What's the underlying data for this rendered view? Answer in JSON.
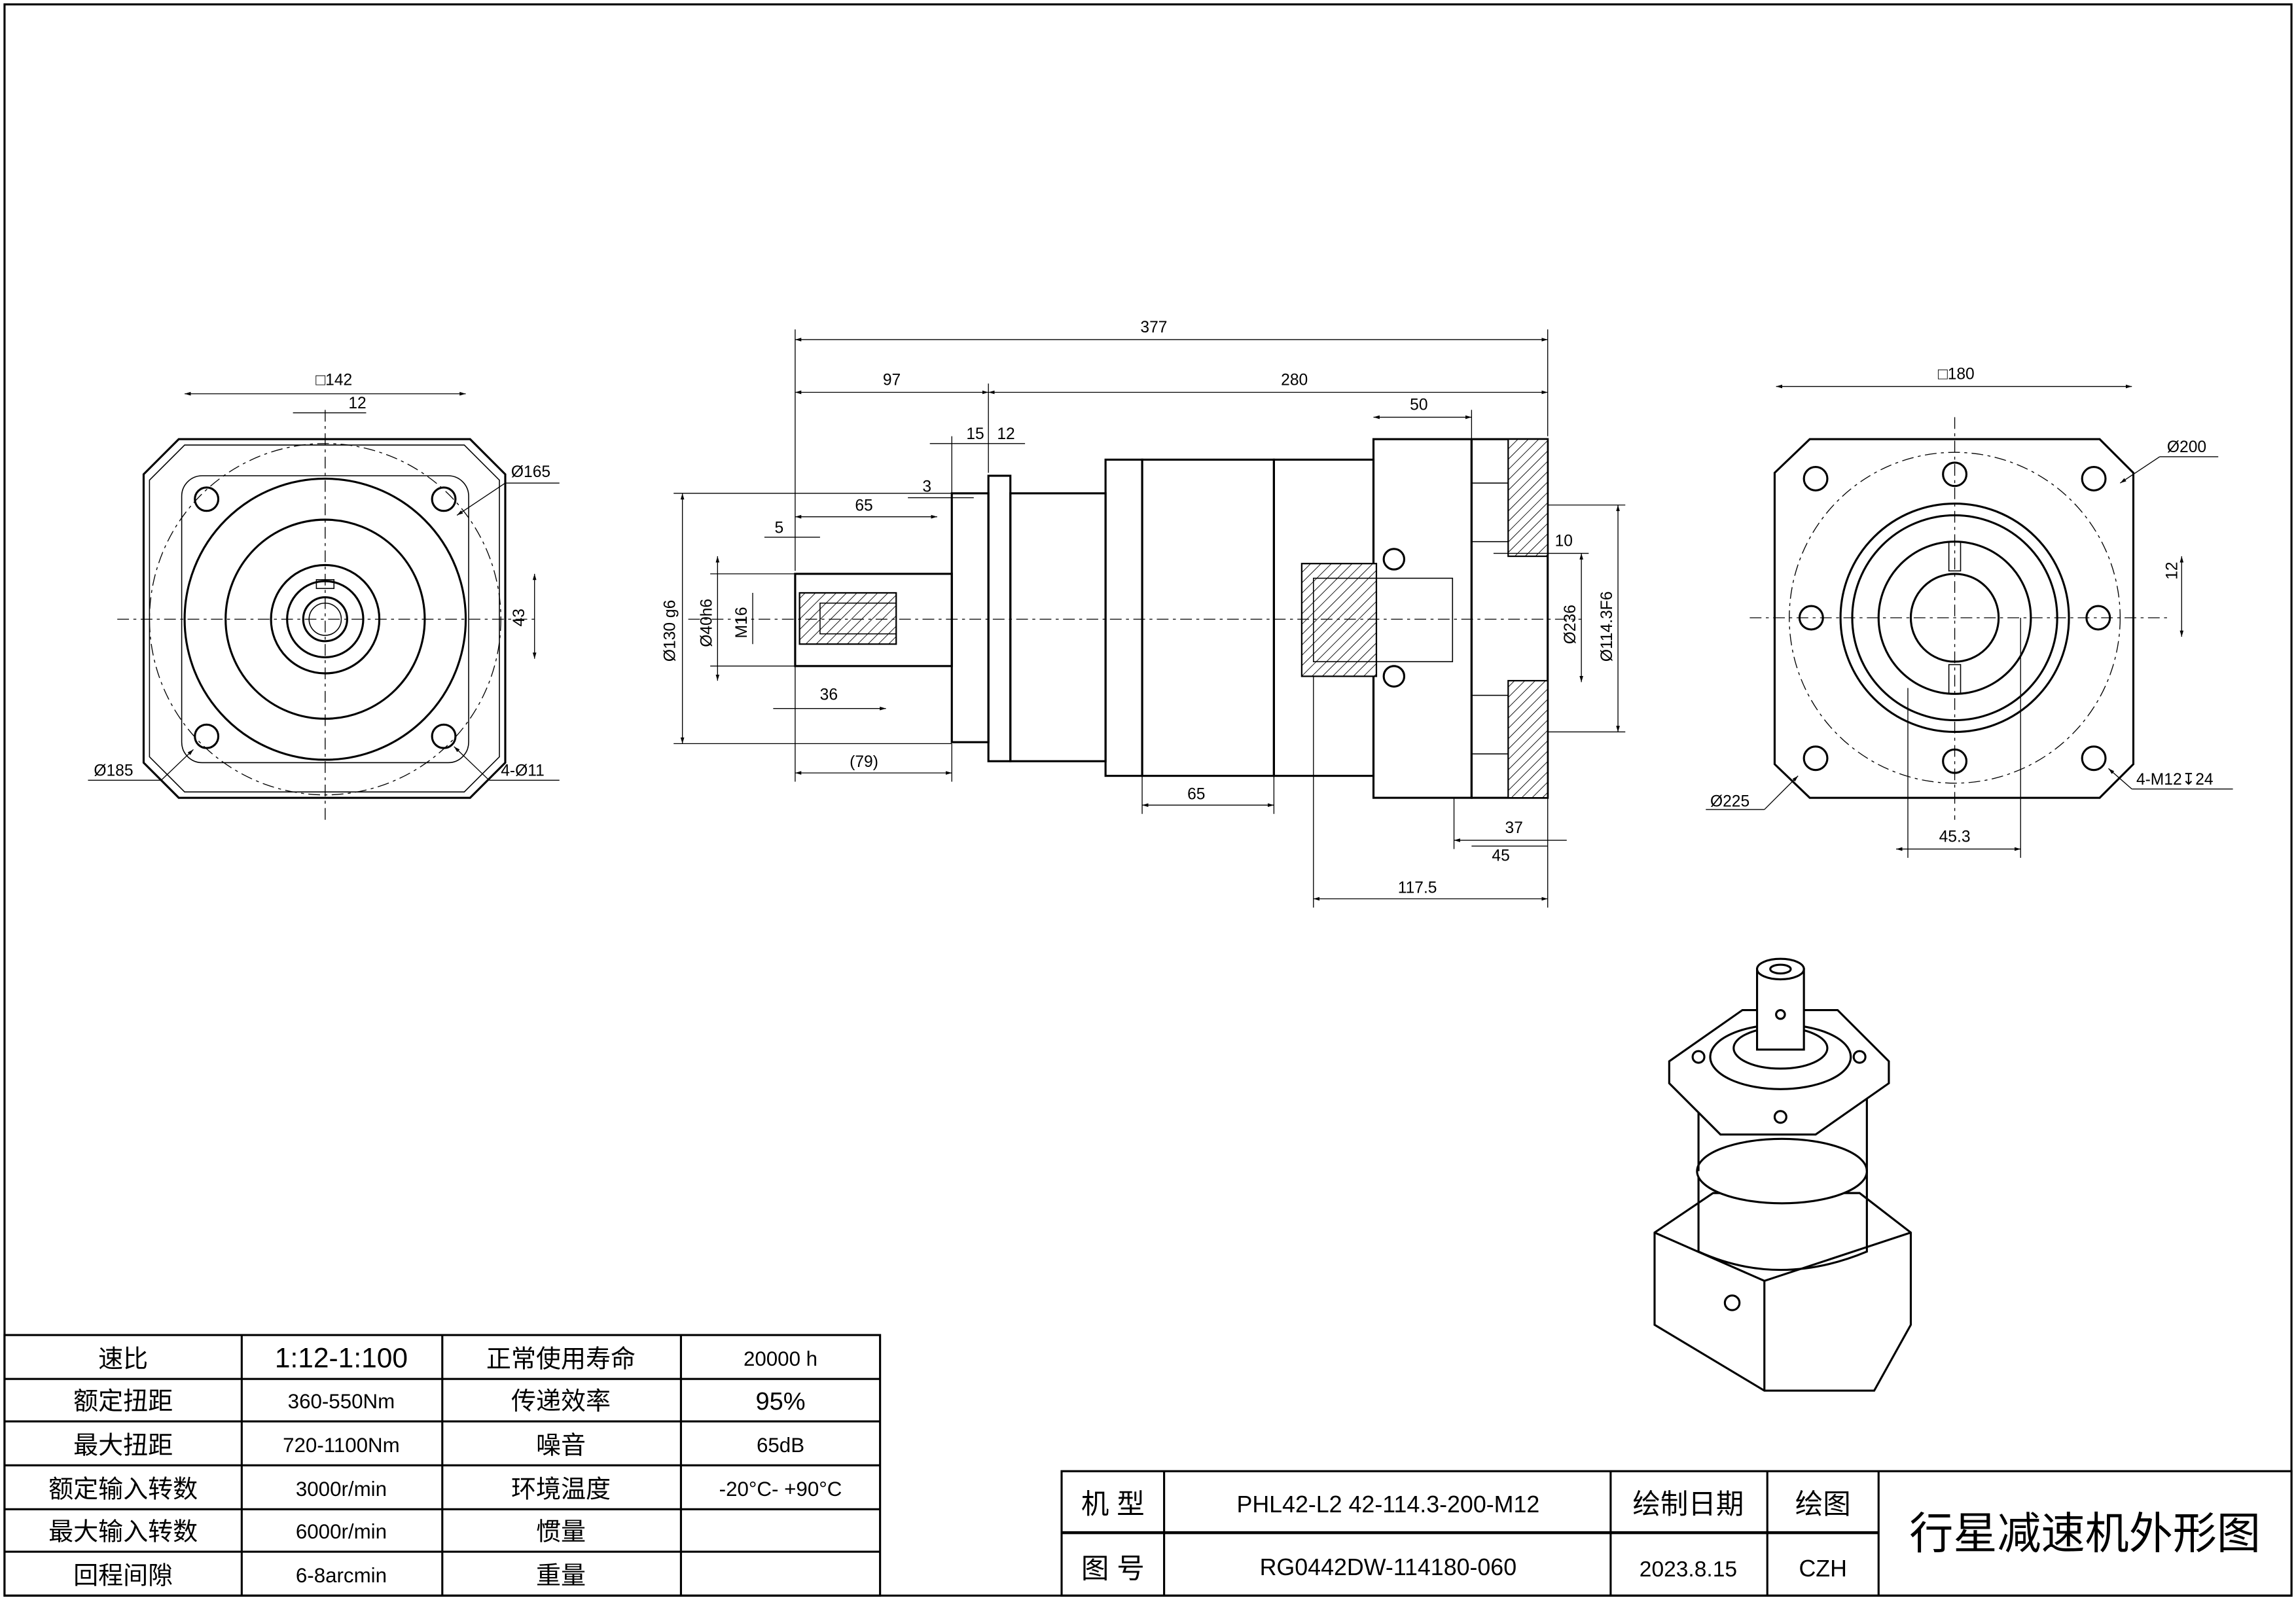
{
  "left_view": {
    "square": "□142",
    "key_width": "12",
    "bolt_circle": "Ø165",
    "shaft_height": "43",
    "outer_circle": "Ø185",
    "holes": "4-Ø11"
  },
  "side_view": {
    "total_length": "377",
    "output_length": "97",
    "body_length": "280",
    "adapter_length": "50",
    "flange_thickness": "15",
    "plate_thickness": "12",
    "step": "3",
    "shaft_length": "65",
    "shaft_offset": "5",
    "pilot_diameter": "Ø130 g6",
    "shaft_diameter": "Ø40h6",
    "thread": "M16",
    "thread_depth": "36",
    "ref_length": "(79)",
    "body_segment": "65",
    "recess": "10",
    "adapter_circle": "Ø236",
    "input_bore": "Ø114.3F6",
    "len_37": "37",
    "len_45": "45",
    "input_depth": "117.5"
  },
  "right_view": {
    "square": "□180",
    "bolt_circle": "Ø200",
    "keyway": "12",
    "outer_circle": "Ø225",
    "threads": "4-M12↧24",
    "key_height": "45.3"
  },
  "spec_table": {
    "rows": [
      [
        "速比",
        "1:12-1:100",
        "正常使用寿命",
        "20000 h"
      ],
      [
        "额定扭距",
        "360-550Nm",
        "传递效率",
        "95%"
      ],
      [
        "最大扭距",
        "720-1100Nm",
        "噪音",
        "65dB"
      ],
      [
        "额定输入转数",
        "3000r/min",
        "环境温度",
        "-20°C- +90°C"
      ],
      [
        "最大输入转数",
        "6000r/min",
        "惯量",
        ""
      ],
      [
        "回程间隙",
        "6-8arcmin",
        "重量",
        ""
      ]
    ]
  },
  "title_block": {
    "model_label": "机 型",
    "model_value": "PHL42-L2 42-114.3-200-M12",
    "drawing_no_label": "图 号",
    "drawing_no_value": "RG0442DW-114180-060",
    "date_label": "绘制日期",
    "date_value": "2023.8.15",
    "drawer_label": "绘图",
    "drawer_value": "CZH",
    "title": "行星减速机外形图"
  }
}
